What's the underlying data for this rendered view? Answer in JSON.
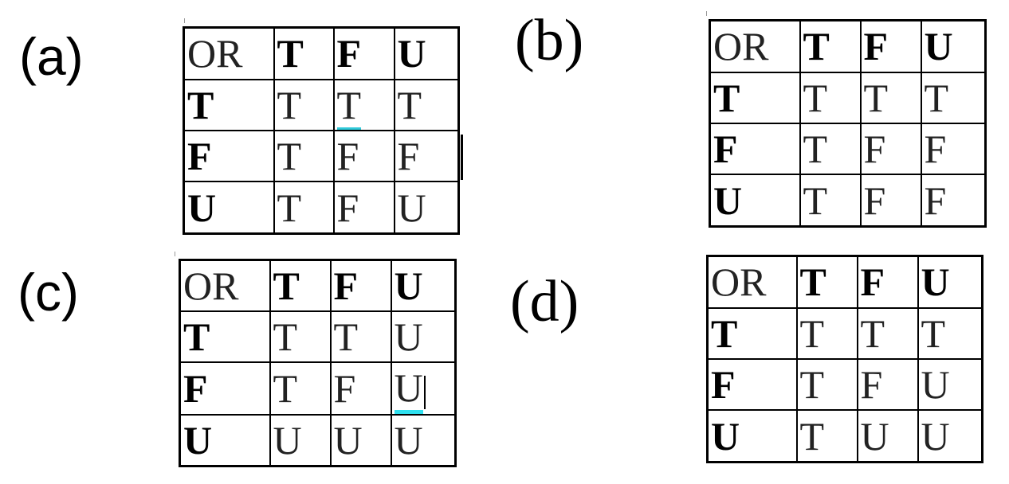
{
  "panels": {
    "a": {
      "label": "(a)",
      "rows": [
        [
          "OR",
          "T",
          "F",
          "U"
        ],
        [
          "T",
          "T",
          "T",
          "T"
        ],
        [
          "F",
          "T",
          "F",
          "F"
        ],
        [
          "U",
          "T",
          "F",
          "U"
        ]
      ]
    },
    "b": {
      "label": "(b)",
      "rows": [
        [
          "OR",
          "T",
          "F",
          "U"
        ],
        [
          "T",
          "T",
          "T",
          "T"
        ],
        [
          "F",
          "T",
          "F",
          "F"
        ],
        [
          "U",
          "T",
          "F",
          "F"
        ]
      ]
    },
    "c": {
      "label": "(c)",
      "rows": [
        [
          "OR",
          "T",
          "F",
          "U"
        ],
        [
          "T",
          "T",
          "T",
          "U"
        ],
        [
          "F",
          "T",
          "F",
          "U"
        ],
        [
          "U",
          "U",
          "U",
          "U"
        ]
      ]
    },
    "d": {
      "label": "(d)",
      "rows": [
        [
          "OR",
          "T",
          "F",
          "U"
        ],
        [
          "T",
          "T",
          "T",
          "T"
        ],
        [
          "F",
          "T",
          "F",
          "U"
        ],
        [
          "U",
          "T",
          "U",
          "U"
        ]
      ]
    }
  },
  "colors": {
    "highlight": "#2fe0ef",
    "border": "#000000"
  }
}
